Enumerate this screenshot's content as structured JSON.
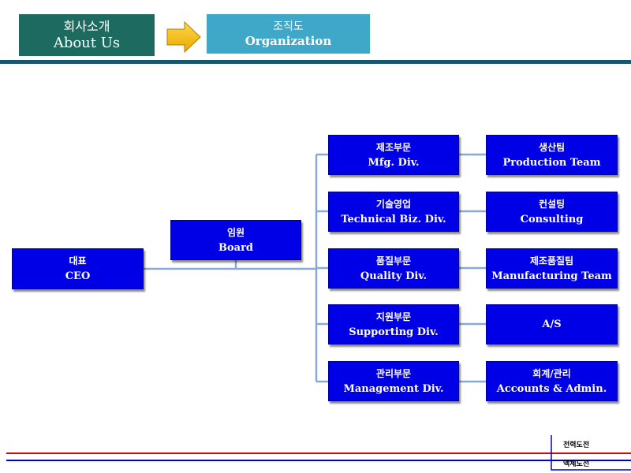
{
  "header": {
    "section_ko": "회사소개",
    "section_en": "About Us",
    "page_ko": "조직도",
    "page_en": "Organization"
  },
  "colors": {
    "header_dark": "#1d6b60",
    "header_light": "#3fa8c8",
    "arrow": "#f5b800",
    "node": "#0000e6",
    "connector": "#8aa8d8",
    "footer_red": "#e00000",
    "footer_blue": "#0000cc"
  },
  "org": {
    "ceo": {
      "ko": "대표",
      "en": "CEO"
    },
    "board": {
      "ko": "임원",
      "en": "Board"
    },
    "divisions": [
      {
        "ko": "제조부문",
        "en": "Mfg. Div.",
        "team_ko": "생산팀",
        "team_en": "Production Team"
      },
      {
        "ko": "기술영업",
        "en": "Technical Biz. Div.",
        "team_ko": "컨설팅",
        "team_en": "Consulting"
      },
      {
        "ko": "품질부문",
        "en": "Quality Div.",
        "team_ko": "제조품질팀",
        "team_en": "Manufacturing Team"
      },
      {
        "ko": "지원부문",
        "en": "Supporting Div.",
        "team_ko": "",
        "team_en": "A/S"
      },
      {
        "ko": "관리부문",
        "en": "Management Div.",
        "team_ko": "회계/관리",
        "team_en": "Accounts & Admin."
      }
    ]
  },
  "footer": {
    "label_top": "전력도전",
    "label_bottom": "액체도전"
  }
}
